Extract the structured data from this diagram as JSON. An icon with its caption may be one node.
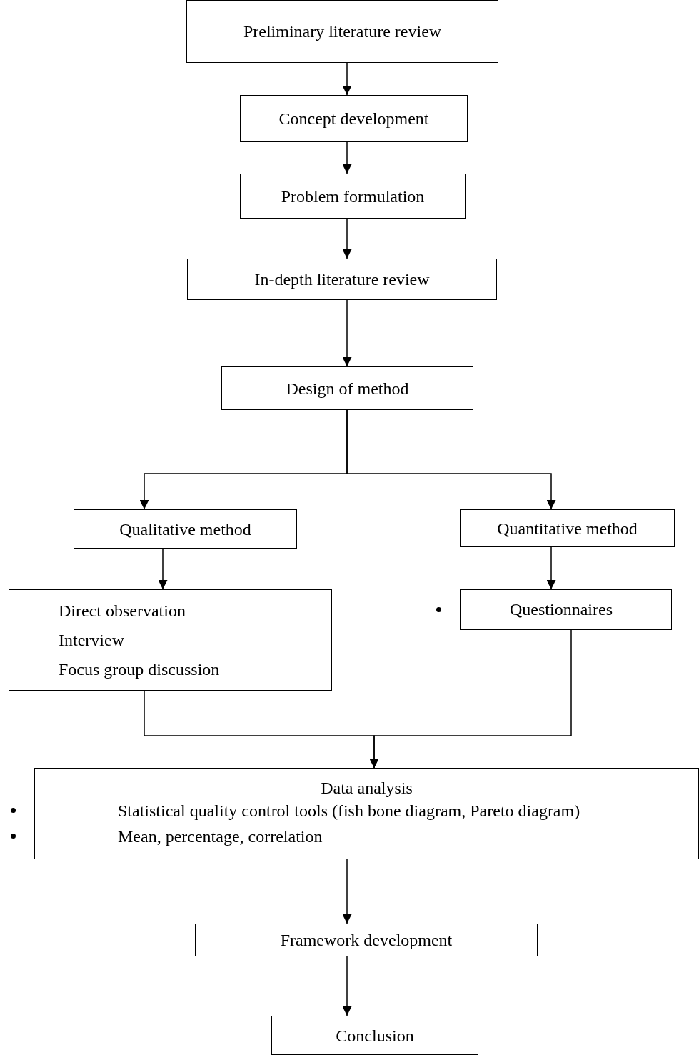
{
  "diagram": {
    "nodes": [
      {
        "text": [
          "Preliminary literature review"
        ]
      },
      {
        "text": [
          "Concept development"
        ]
      },
      {
        "text": [
          "Problem formulation"
        ]
      },
      {
        "text": [
          "In-depth literature review"
        ]
      },
      {
        "text": [
          "Design of method"
        ]
      },
      {
        "text": [
          "Qualitative method"
        ]
      },
      {
        "text": [
          "Quantitative method"
        ]
      },
      {
        "text": [
          "Direct observation",
          "Interview",
          "Focus group discussion"
        ]
      },
      {
        "text": [
          "Questionnaires"
        ]
      },
      {
        "text": [
          "Data analysis",
          "Statistical quality control tools (fish bone diagram, Pareto diagram)",
          "Mean, percentage, correlation"
        ]
      },
      {
        "text": [
          "Framework development"
        ]
      },
      {
        "text": [
          "Conclusion"
        ]
      }
    ],
    "edges": [
      {
        "from": 0,
        "to": 1,
        "arrow": "to"
      },
      {
        "from": 1,
        "to": 2,
        "arrow": "to"
      },
      {
        "from": 2,
        "to": 3,
        "arrow": "to"
      },
      {
        "from": 3,
        "to": 4,
        "arrow": "to"
      },
      {
        "from": 4,
        "to": 5,
        "arrow": "to"
      },
      {
        "from": 4,
        "to": 6,
        "arrow": "to"
      },
      {
        "from": 5,
        "to": 7,
        "arrow": "to"
      },
      {
        "from": 6,
        "to": 8,
        "arrow": "to"
      },
      {
        "from": 7,
        "to": 9,
        "arrow": "to"
      },
      {
        "from": 8,
        "to": 9,
        "arrow": "to"
      },
      {
        "from": 9,
        "to": 10,
        "arrow": "to"
      },
      {
        "from": 10,
        "to": 11,
        "arrow": "to"
      }
    ]
  }
}
